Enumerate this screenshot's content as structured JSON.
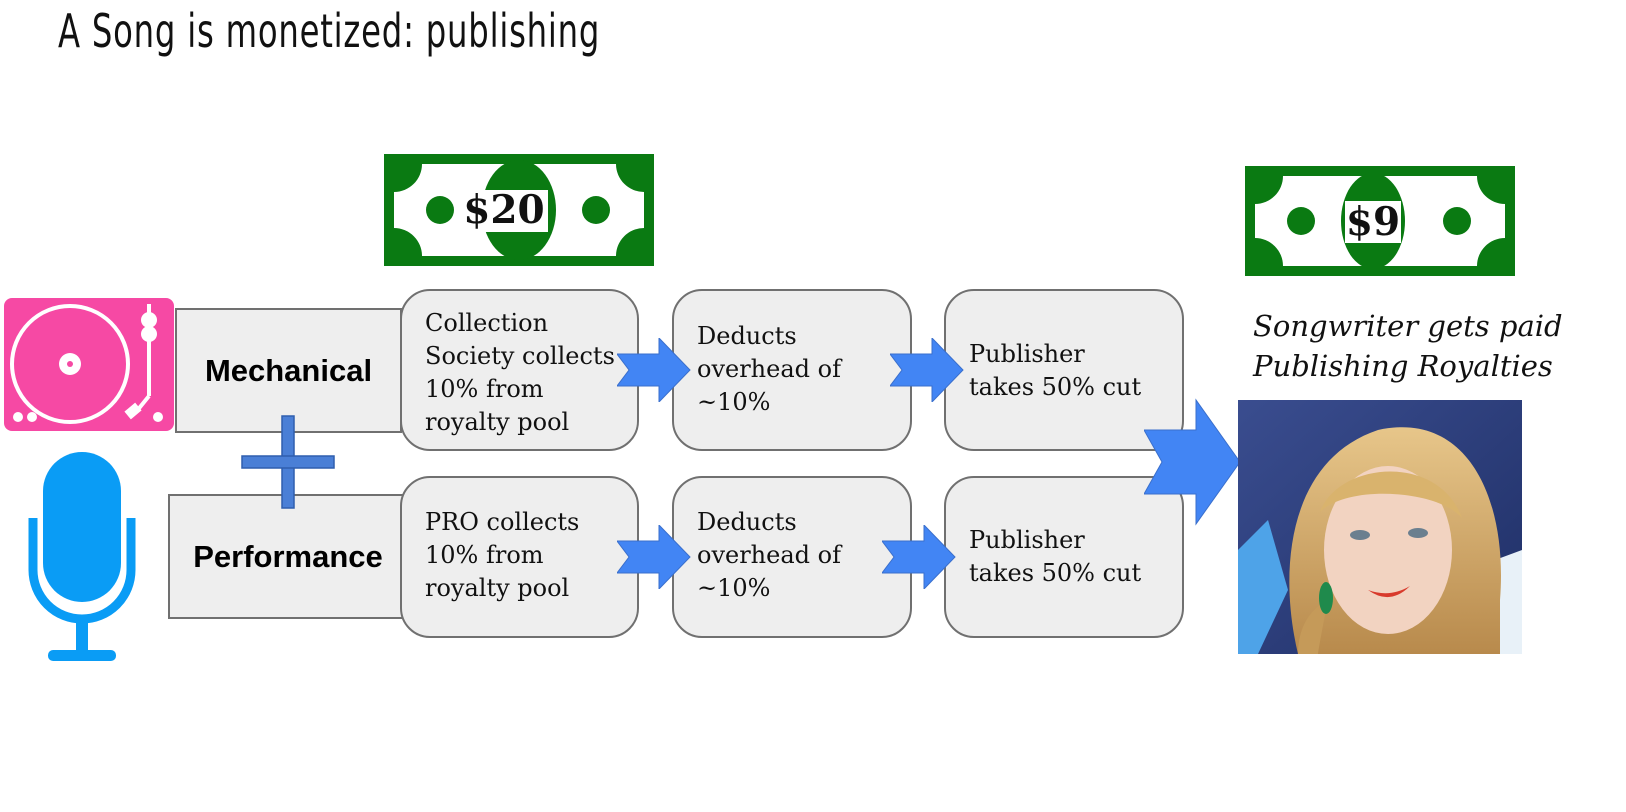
{
  "slide": {
    "title": "A Song is monetized: publishing"
  },
  "colors": {
    "bill_green": "#0a7a12",
    "arrow_blue": "#4285f4",
    "turntable_pink": "#f649a4",
    "mic_blue": "#0a9cf5",
    "box_fill": "#eeeeee",
    "box_border": "#707070"
  },
  "sources": {
    "mechanical": "Mechanical",
    "performance": "Performance"
  },
  "icons": {
    "turntable": "turntable-icon",
    "microphone": "microphone-icon",
    "plus": "plus-icon"
  },
  "top_row": {
    "collect": [
      "Collection",
      "Society collects",
      "10% from",
      "royalty pool"
    ],
    "deduct": [
      "Deducts",
      "overhead of",
      "~10%"
    ],
    "publisher": [
      "Publisher",
      "takes 50% cut"
    ]
  },
  "bottom_row": {
    "collect": [
      "PRO collects",
      "10% from",
      "royalty pool"
    ],
    "deduct": [
      "Deducts",
      "overhead of",
      "~10%"
    ],
    "publisher": [
      "Publisher",
      "takes 50% cut"
    ]
  },
  "bills": {
    "start": "$20",
    "end": "$9"
  },
  "caption": {
    "line1": "Songwriter gets paid",
    "line2": "Publishing Royalties"
  }
}
